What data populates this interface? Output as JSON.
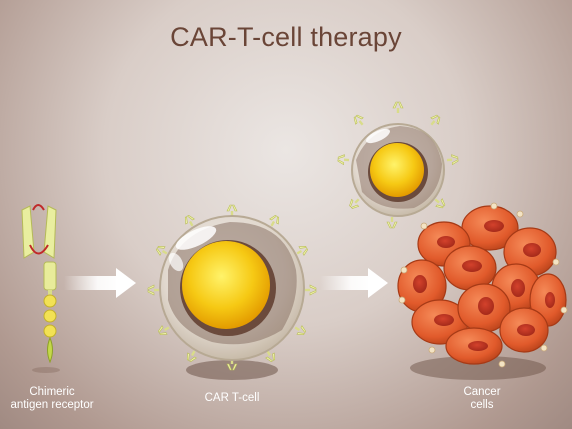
{
  "title": "CAR-T-cell therapy",
  "labels": {
    "receptor": [
      "Chimeric",
      "antigen receptor"
    ],
    "car_t": "CAR T-cell",
    "cancer": [
      "Cancer",
      "cells"
    ]
  },
  "colors": {
    "background": "#c9b9b2",
    "title": "#6a4537",
    "nucleus": "#f2c20c",
    "cancer": "#e0562a",
    "receptor": "#e3ea9c",
    "arrow": "#ffffff"
  }
}
